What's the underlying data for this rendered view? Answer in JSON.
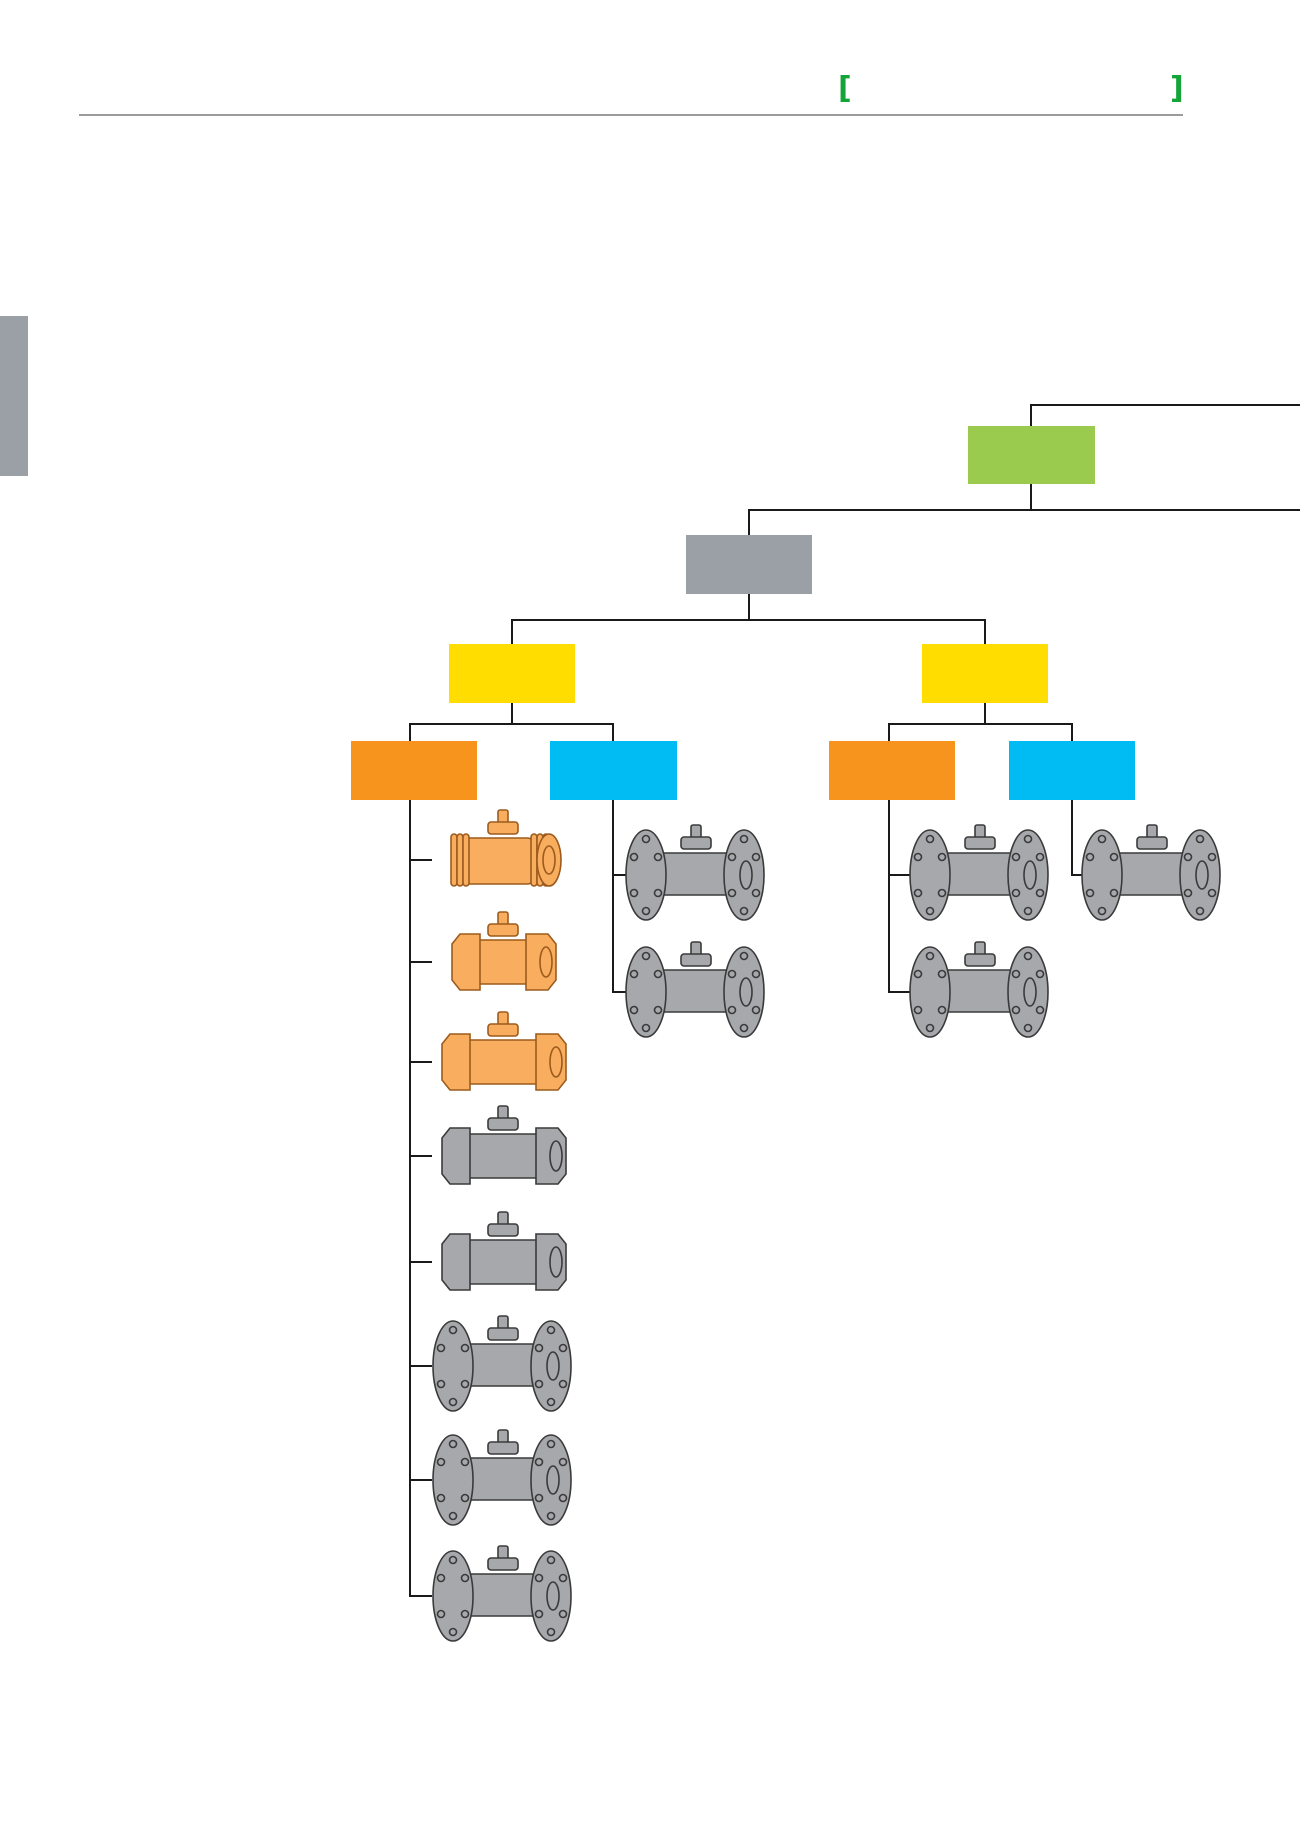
{
  "header": {
    "left_bracket": "[",
    "right_bracket": "]",
    "accent_color": "#13A538",
    "rule_color": "#9B9B9B"
  },
  "side_tab": {
    "color": "#9AA0A6"
  },
  "colors": {
    "root": "#9BCB4E",
    "level1": "#9AA0A6",
    "level2": "#FFDD00",
    "level3_a": "#F7941D",
    "level3_b": "#00BCF2",
    "line": "#1a1a1a",
    "valve_orange_fill": "#F9AE5F",
    "valve_orange_stroke": "#9C5B1D",
    "valve_grey_fill": "#A7A8AB",
    "valve_grey_stroke": "#3A3A3A"
  },
  "nodes": {
    "root": {
      "label": ""
    },
    "level1": {
      "label": ""
    },
    "level2_left": {
      "label": ""
    },
    "level2_right": {
      "label": ""
    },
    "level3_left_a": {
      "label": ""
    },
    "level3_left_b": {
      "label": ""
    },
    "level3_right_a": {
      "label": ""
    },
    "level3_right_b": {
      "label": ""
    }
  },
  "valves": {
    "branch_left_a": [
      {
        "style": "threaded-ribbed",
        "color": "orange"
      },
      {
        "style": "hex-short",
        "color": "orange"
      },
      {
        "style": "hex-long",
        "color": "orange"
      },
      {
        "style": "hex-long",
        "color": "grey"
      },
      {
        "style": "hex-long",
        "color": "grey"
      },
      {
        "style": "flanged",
        "color": "grey"
      },
      {
        "style": "flanged",
        "color": "grey"
      },
      {
        "style": "flanged",
        "color": "grey"
      }
    ],
    "branch_left_b": [
      {
        "style": "flanged",
        "color": "grey"
      },
      {
        "style": "flanged",
        "color": "grey"
      }
    ],
    "branch_right_a": [
      {
        "style": "flanged",
        "color": "grey"
      },
      {
        "style": "flanged",
        "color": "grey"
      }
    ],
    "branch_right_b": [
      {
        "style": "flanged",
        "color": "grey"
      }
    ]
  }
}
